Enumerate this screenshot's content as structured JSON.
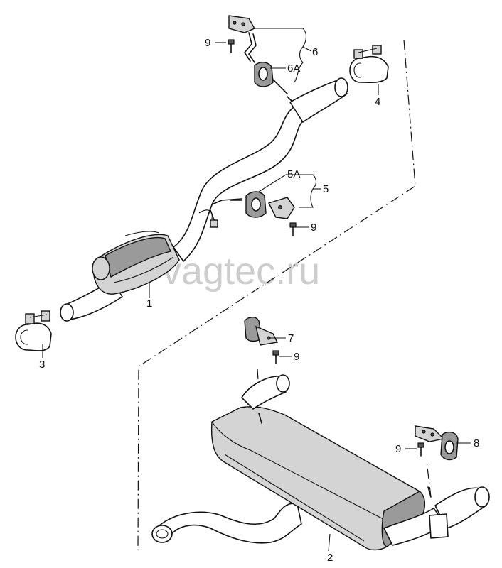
{
  "watermark": "vagtec.ru",
  "callouts": {
    "c1": "1",
    "c2": "2",
    "c3": "3",
    "c4": "4",
    "c5": "5",
    "c5a": "5A",
    "c6": "6",
    "c6a": "6A",
    "c7": "7",
    "c8": "8",
    "c9_top": "9",
    "c9_mid": "9",
    "c9_lower": "9",
    "c9_right": "9"
  }
}
